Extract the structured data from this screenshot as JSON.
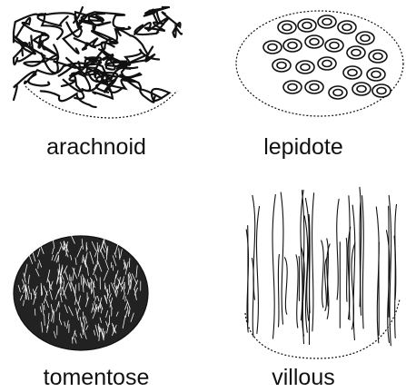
{
  "panels": [
    {
      "id": "arachnoid",
      "label": "arachnoid"
    },
    {
      "id": "lepidote",
      "label": "lepidote"
    },
    {
      "id": "tomentose",
      "label": "tomentose"
    },
    {
      "id": "villous",
      "label": "villous"
    }
  ],
  "colors": {
    "ink": "#111111",
    "background": "#ffffff"
  }
}
